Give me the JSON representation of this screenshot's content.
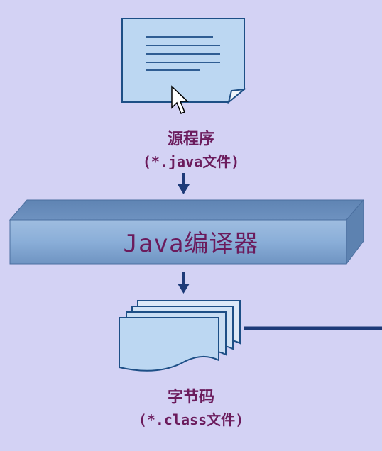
{
  "source": {
    "title": "源程序",
    "subtitle": "(*.java文件)"
  },
  "compiler": {
    "label": "Java编译器"
  },
  "bytecode": {
    "title": "字节码",
    "subtitle": "(*.class文件)"
  },
  "colors": {
    "background": "#d3d2f4",
    "text": "#6b1b5c",
    "arrow": "#1d3a78",
    "compiler_fill": "#7ea3cf",
    "document_fill": "#bcd7f2"
  },
  "icons": [
    "source-document-icon",
    "mouse-cursor-icon",
    "bytecode-pages-icon"
  ]
}
